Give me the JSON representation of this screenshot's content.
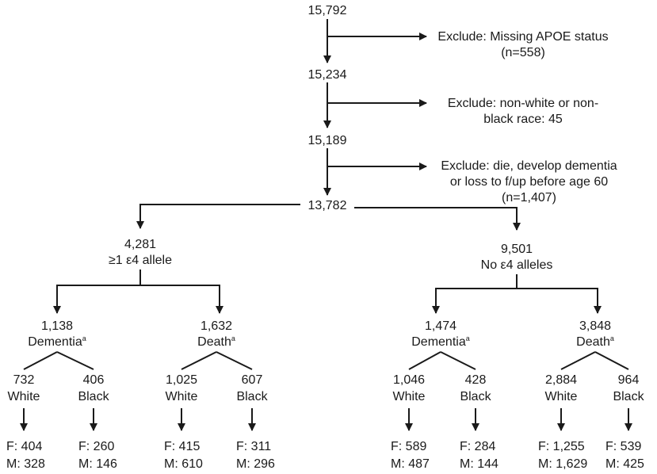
{
  "flow": {
    "n_start": "15,792",
    "excl_1": [
      "Exclude: Missing APOE status",
      "(n=558)"
    ],
    "n_after_1": "15,234",
    "excl_2": [
      "Exclude: non-white or non-",
      "black race: 45"
    ],
    "n_after_2": "15,189",
    "excl_3": [
      "Exclude: die, develop dementia",
      "or loss to f/up before age 60",
      "(n=1,407)"
    ],
    "n_final": "13,782"
  },
  "groups": [
    {
      "n": "4,281",
      "label": "≥1 ε4 allele",
      "outcomes": [
        {
          "n": "1,138",
          "label": "Dementia",
          "sup": "a",
          "races": [
            {
              "n": "732",
              "label": "White",
              "f": "F: 404",
              "m": "M: 328"
            },
            {
              "n": "406",
              "label": "Black",
              "f": "F: 260",
              "m": "M: 146"
            }
          ]
        },
        {
          "n": "1,632",
          "label": "Death",
          "sup": "a",
          "races": [
            {
              "n": "1,025",
              "label": "White",
              "f": "F: 415",
              "m": "M: 610"
            },
            {
              "n": "607",
              "label": "Black",
              "f": "F: 311",
              "m": "M: 296"
            }
          ]
        }
      ]
    },
    {
      "n": "9,501",
      "label": "No ε4 alleles",
      "outcomes": [
        {
          "n": "1,474",
          "label": "Dementia",
          "sup": "a",
          "races": [
            {
              "n": "1,046",
              "label": "White",
              "f": "F: 589",
              "m": "M: 487"
            },
            {
              "n": "428",
              "label": "Black",
              "f": "F: 284",
              "m": "M: 144"
            }
          ]
        },
        {
          "n": "3,848",
          "label": "Death",
          "sup": "a",
          "races": [
            {
              "n": "2,884",
              "label": "White",
              "f": "F: 1,255",
              "m": "M: 1,629"
            },
            {
              "n": "964",
              "label": "Black",
              "f": "F: 539",
              "m": "M: 425"
            }
          ]
        }
      ]
    }
  ]
}
